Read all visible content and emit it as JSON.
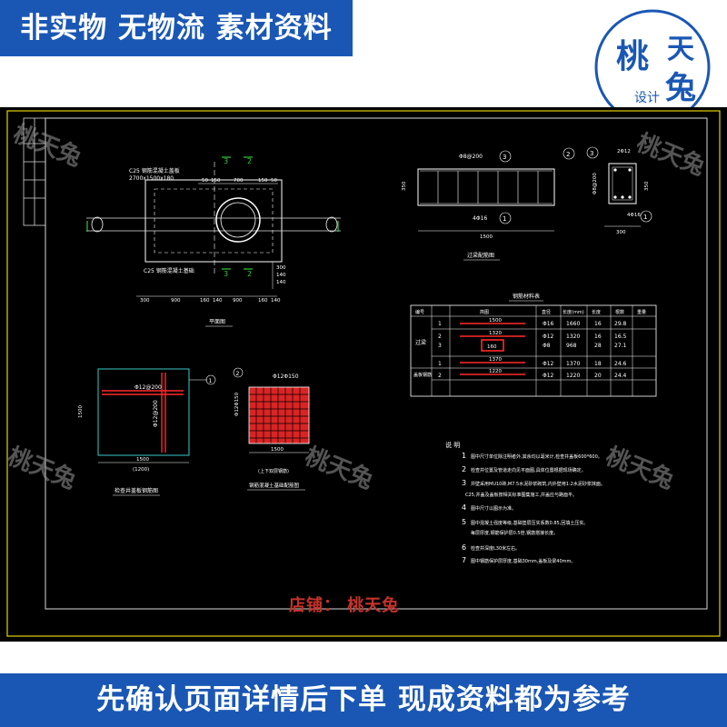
{
  "banner_top": "非实物 无物流 素材资料",
  "banner_bottom": "先确认页面详情后下单 现成资料都为参考",
  "shop_label": "店铺： 桃天兔",
  "watermark": "桃天兔",
  "logo": {
    "main": "桃",
    "side_top": "天",
    "side_bottom": "兔",
    "tag": "设计"
  },
  "drawing": {
    "plan": {
      "label_top1": "C25 钢筋混凝土盖板",
      "label_top2": "2700x1500x180",
      "label_bottom": "C25 钢筋混凝土基础",
      "top_dims": [
        "50",
        "150",
        "700",
        "150",
        "50"
      ],
      "side_dims": [
        "300",
        "140",
        "140"
      ],
      "bottom_dims": [
        "300",
        "900",
        "160",
        "140",
        "900",
        "160",
        "140"
      ],
      "section_marks": [
        "3",
        "2",
        "3",
        "2"
      ],
      "title": "平面图"
    },
    "beam": {
      "top_spec": "Φ8@200",
      "bottom_spec": "4Φ16",
      "length": "1500",
      "height": "350",
      "title": "过梁配筋图",
      "callouts": [
        "3",
        "2",
        "1"
      ]
    },
    "section": {
      "top_spec": "2Φ12",
      "mid_spec": "Φ8@200",
      "bottom_spec": "4Φ16",
      "height": "350",
      "width": "300",
      "callouts": [
        "3",
        "1"
      ]
    },
    "rebar_table": {
      "title": "钢筋材料表",
      "headers": [
        "编号",
        "简图",
        "长度(mm)",
        "直径",
        "长度",
        "根数",
        "重量"
      ],
      "rows": [
        {
          "group": "",
          "no": "1",
          "shape": "1500",
          "dia": "Φ16",
          "len": "1660",
          "count": "16",
          "weight": "29.8"
        },
        {
          "group": "过梁",
          "no": "2",
          "shape": "1320",
          "dia": "Φ12",
          "len": "1320",
          "count": "16",
          "weight": "16.5"
        },
        {
          "group": "",
          "no": "3",
          "shape": "160",
          "dia": "Φ8",
          "len": "968",
          "count": "28",
          "weight": "27.1"
        },
        {
          "group": "盖板钢筋",
          "no": "1",
          "shape": "1370",
          "dia": "Φ12",
          "len": "1370",
          "count": "18",
          "weight": "24.6"
        },
        {
          "group": "",
          "no": "2",
          "shape": "1220",
          "dia": "Φ12",
          "len": "1220",
          "count": "20",
          "weight": "24.4"
        }
      ]
    },
    "slab": {
      "spec": "Φ12@200",
      "spec2": "Φ12@200",
      "side_dim": "1500",
      "bottom_dim": "1500",
      "bottom_dim2": "(1200)",
      "callout": "1",
      "title": "检查井盖板钢筋图"
    },
    "mesh": {
      "spec": "Φ12Φ150",
      "side_spec": "Φ12Φ150",
      "bottom_dim": "1500",
      "note": "(上下双层钢筋)",
      "callout": "2",
      "title": "钢筋混凝土基础配筋图"
    },
    "notes": {
      "title": "说 明",
      "items": [
        {
          "n": "1",
          "t": "图中尺寸单位除注明者外,其余均以毫米计,检查井盖板600*600。"
        },
        {
          "n": "2",
          "t": "检查井位置及管道走向见平面图,具体位置根据现场确定。"
        },
        {
          "n": "3",
          "t": "井壁采用MU10砖,M7.5水泥砂浆砌筑,内外壁用1:2水泥砂浆抹面。"
        },
        {
          "n": "",
          "t": "C25,井盖及盖板按相关标准图集施工,井盖应与路面平。"
        },
        {
          "n": "4",
          "t": "图中尺寸以图示为准。"
        },
        {
          "n": "5",
          "t": "图中混凝土强度等级,基础垫层压实系数0.85,回填土压实。"
        },
        {
          "n": "",
          "t": "每层厚度,钢筋保护层0.5倍,钢筋搭接长度。"
        },
        {
          "n": "6",
          "t": "检查井深度L30米左右。"
        },
        {
          "n": "7",
          "t": "图中钢筋保护层厚度,基础30mm,盖板及梁40mm。"
        }
      ]
    }
  }
}
